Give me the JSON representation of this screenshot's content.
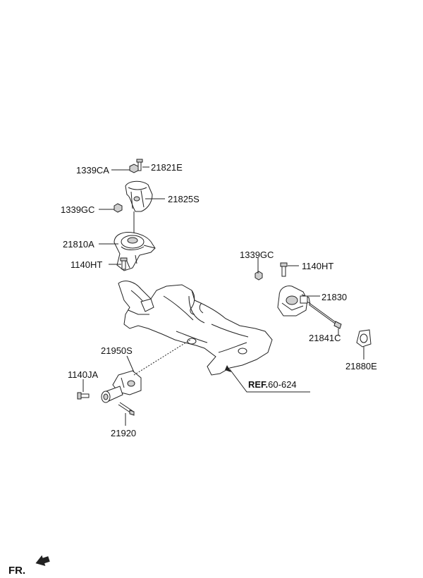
{
  "labels": {
    "p1339CA": "1339CA",
    "p21821E": "21821E",
    "p21825S": "21825S",
    "p1339GC_top": "1339GC",
    "p21810A": "21810A",
    "p1140HT_left": "1140HT",
    "p1339GC_right": "1339GC",
    "p1140HT_right": "1140HT",
    "p21830": "21830",
    "p21841C": "21841C",
    "p21880E": "21880E",
    "p21950S": "21950S",
    "p1140JA": "1140JA",
    "p21920": "21920"
  },
  "reference": {
    "prefix": "REF.",
    "code": "60-624"
  },
  "direction": {
    "label": "FR."
  }
}
